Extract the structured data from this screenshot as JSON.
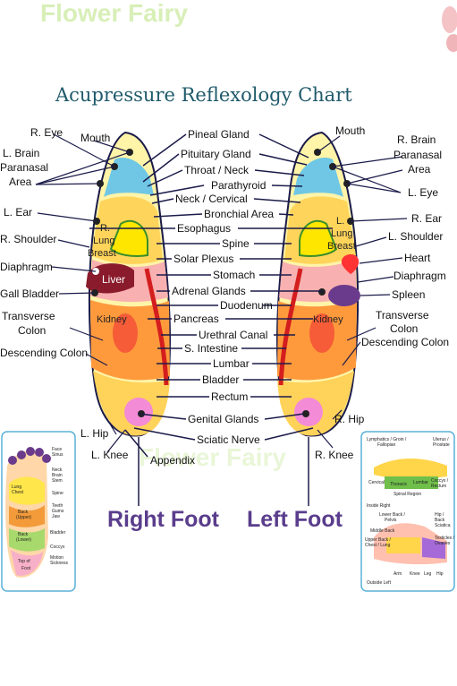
{
  "title": "Acupressure  Reflexology  Chart",
  "watermark": "Flower Fairy",
  "right_foot_label": "Right Foot",
  "left_foot_label": "Left Foot",
  "center_labels": [
    "Pineal Gland",
    "Pituitary Gland",
    "Throat / Neck",
    "Parathyroid",
    "Neck / Cervical",
    "Bronchial Area",
    "Esophagus",
    "Spine",
    "Solar Plexus",
    "Stomach",
    "Adrenal Glands",
    "Duodenum",
    "Pancreas",
    "Urethral Canal",
    "S. Intestine",
    "Lumbar",
    "Bladder",
    "Rectum",
    "Genital Glands",
    "Sciatic Nerve",
    "Appendix"
  ],
  "left_side_labels": [
    "R. Eye",
    "Mouth",
    "L. Brain",
    "Paranasal",
    "Area",
    "L. Ear",
    "R. Shoulder",
    "Diaphragm",
    "Gall Bladder",
    "Transverse",
    "Colon",
    "Descending Colon",
    "L. Hip",
    "L. Knee"
  ],
  "right_side_labels": [
    "Mouth",
    "R. Brain",
    "Paranasal",
    "Area",
    "L. Eye",
    "R. Ear",
    "L. Shoulder",
    "Heart",
    "Diaphragm",
    "Spleen",
    "Transverse",
    "Colon",
    "Descending Colon",
    "R. Hip",
    "R. Knee"
  ],
  "inner_labels": {
    "r_lung": [
      "R.",
      "Lung",
      "Breast"
    ],
    "l_lung": [
      "L.",
      "Lung",
      "Breast"
    ],
    "liver": "Liver",
    "kidney_right": "Kidney",
    "kidney_left": "Kidney"
  },
  "inset_left_labels": [
    "Face",
    "Sinus",
    "Neck",
    "Brain",
    "Stem",
    "Spine",
    "Teeth",
    "Gums",
    "Jaw",
    "Bladder",
    "Coccyx",
    "Motion",
    "Sickness",
    "Lung",
    "Chest",
    "Back",
    "(Upper)",
    "Back",
    "(Lower)",
    "Top of",
    "Foot"
  ],
  "inset_right_labels": [
    "Lymphatics / Groin /",
    "Fallopian",
    "Uterus /",
    "Prostate",
    "Cervical",
    "Thoracic",
    "Lumbar",
    "Coccyx /",
    "Rectum",
    "Spinal Region",
    "Inside Right",
    "Lower Back /",
    "Pelvis",
    "Hip /",
    "Back",
    "Sciatica",
    "Middle Back",
    "Upper Back /",
    "Chest / Lung",
    "Testicles /",
    "Ovaries",
    "Arm",
    "Knee",
    "Leg",
    "Hip",
    "Outside Left"
  ]
}
